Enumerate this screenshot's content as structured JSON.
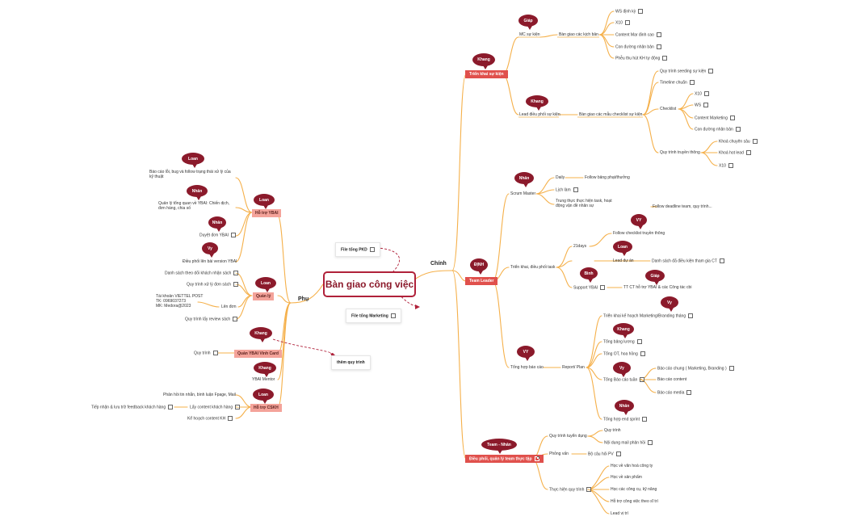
{
  "center": {
    "title": "Bàn giao công việc"
  },
  "branches": {
    "chinh": "Chính",
    "phu": "Phụ"
  },
  "floating": {
    "file_pkd": "File tổng PKD",
    "file_marketing": "File tổng Marketing",
    "them_quy_trinh": "thêm quy trình"
  },
  "chinh": {
    "trien_khai": {
      "title": "Triển khai sự kiện",
      "owner": "Khang",
      "mc": {
        "label": "MC sự kiện",
        "owner": "Giáp",
        "sub": "Bàn giao các kịch bản",
        "items": [
          "WS định kỳ",
          "X10",
          "Content Mar đinh cao",
          "Con đường nhân bản",
          "Phễu thu hút KH tự động"
        ]
      },
      "lead": {
        "label": "Lead điều phối sự kiện",
        "owner": "Khang",
        "sub": "Bàn giao các mẫu checklist sự kiện",
        "seeding": "Quy trình seeding sự kiện",
        "timeline": "Timeline chuẩn",
        "checklist": {
          "label": "Checklist",
          "items": [
            "X10",
            "WS",
            "Content Marketing",
            "Con đường nhân bản"
          ]
        },
        "truyen_thong": {
          "label": "Quy trình truyền thông",
          "items": [
            "Khoá chuyên sâu",
            "Khoá hot lead",
            "X10"
          ]
        }
      }
    },
    "team_leader": {
      "title": "Team Leader",
      "owner": "ĐỊNH",
      "scrum": {
        "label": "Scrum Master",
        "owner": "Nhân",
        "daily": "Daily",
        "daily_item": "Follow bảng phạt/thưởng",
        "lich_lam": "Lịch làm",
        "trung_thuc": "Trung thực thực hiện task, hoạt động vận đề nhân sự",
        "trung_thuc_item": "Follow deadline team, quy trình..."
      },
      "trien_khai": {
        "label": "Triển khai, điều phối task",
        "d21": "21days",
        "d21_owner": "VY",
        "d21_item": "Follow checklist truyền thông",
        "lead_du_an": "Lead dự án",
        "lead_owner": "Loan",
        "lead_item": "Danh sách đã điều kiện tham gia CT",
        "support": "Support YBAI",
        "support_owner1": "Bình",
        "support_owner2": "Giáp",
        "support_item": "TT CT hỗ trợ YBAI & các Công tác cbi"
      },
      "tong_hop": {
        "label": "Tổng hợp báo cáo",
        "owner": "VY",
        "report": "Report/ Plan",
        "trien_khai_kh": "Triển khai kế hoạch Marketing/Branding tháng",
        "trien_khai_owner": "Vy",
        "luong_owner": "Khang",
        "luong": "Tổng bảng lương",
        "ot": "Tổng OT, hoa hồng",
        "tuan_owner": "Vy",
        "tuan": "Tổng Báo cáo tuần",
        "tuan_items": [
          "Báo cáo chung ( Marketing, Branding )",
          "Báo cáo content",
          "Báo cáo media"
        ],
        "sprint_owner": "Nhân",
        "sprint": "Tổng hợp end sprint"
      }
    },
    "dieu_phoi": {
      "title": "Điều phối, quản lý team thực tập",
      "owner": "Team - Nhân",
      "tuyen_dung": {
        "label": "Quy trình tuyển dụng",
        "items": [
          "Quy trình",
          "Nội dung mail phản hồi"
        ]
      },
      "phong_van": {
        "label": "Phỏng vấn",
        "item": "Bộ câu hỏi PV"
      },
      "thuc_hien": {
        "label": "Thực hiện quy trình",
        "items": [
          "Học về văn hoá công ty",
          "Học về sản phẩm",
          "Học các công cụ, kỹ năng",
          "Hỗ trợ công việc theo sĩ trí",
          "Lead vị trí"
        ]
      }
    }
  },
  "phu": {
    "ho_tro_ybai": {
      "title": "Hỗ trợ YBAI",
      "owner": "Loan",
      "loan_item": "Báo cáo lỗi, bug và follow trạng thái xử lý của kỹ thuật",
      "loan_owner": "Loan",
      "nhan_owner": "Nhân",
      "nhan_item": "Quản lý tổng quan về YBAI: Chiến dịch, đơn hàng, chia số",
      "duyet_owner": "Nhân",
      "duyet_item": "Duyệt đơn YBAI",
      "vy_owner": "Vy",
      "vy_item": "Điều phối lên bài version YBAI"
    },
    "quan_ly": {
      "title": "Quản lý",
      "owner": "Loan",
      "items": [
        "Danh sách theo dõi khách nhận sách",
        "Quy trình xử lý đơn sách"
      ],
      "len_don": "Lên đơn",
      "len_don_note": [
        "Tài khoản VIETTEL POST",
        "TK: 0969037273",
        "MK: Medora@2023"
      ],
      "review": "Quy trình lấy review sách"
    },
    "vinh_card": {
      "title": "Quản YBAI Vinh Card",
      "owner": "Khang",
      "item": "Quy trình"
    },
    "mentor": {
      "owner": "Khang",
      "title": "YBAI Mentor"
    },
    "cskh": {
      "title": "Hỗ trợ CSKH",
      "owner": "Loan",
      "items": [
        "Phản hồi tin nhắn, bình luận Fpage, Mail",
        "Lấy content khách hàng",
        "Kế hoạch content KH"
      ],
      "feedback": "Tiếp nhận & lưu trữ feedback khách hàng"
    }
  },
  "colors": {
    "line": "#f5b04a",
    "dashed": "#b0213a",
    "bubble": "#8b1a2b",
    "red_box": "#e0504c",
    "pink_box": "#f4a39a"
  }
}
